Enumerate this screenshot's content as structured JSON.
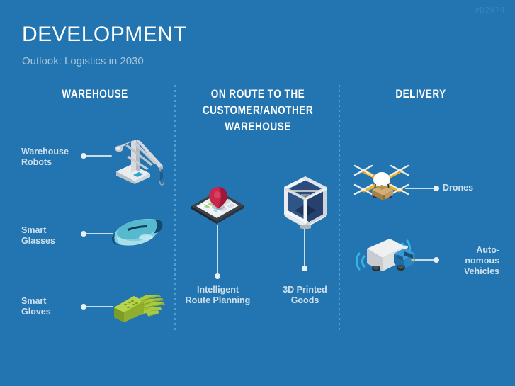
{
  "slide": {
    "background_color": "#2275b0",
    "watermark": "#D2974",
    "title": "DEVELOPMENT",
    "subtitle": "Outlook: Logistics in 2030"
  },
  "columns": [
    {
      "id": "warehouse",
      "heading": "WAREHOUSE"
    },
    {
      "id": "onroute",
      "heading": "ON ROUTE TO THE CUSTOMER/ANOTHER WAREHOUSE"
    },
    {
      "id": "delivery",
      "heading": "DELIVERY"
    }
  ],
  "headings": {
    "warehouse": "WAREHOUSE",
    "onroute_line1": "ON ROUTE TO THE",
    "onroute_line2": "CUSTOMER/ANOTHER",
    "onroute_line3": "WAREHOUSE",
    "delivery": "DELIVERY"
  },
  "items": {
    "warehouse_robots": {
      "label": "Warehouse Robots",
      "icon": "robot-arm-icon",
      "column": "warehouse"
    },
    "smart_glasses": {
      "label": "Smart Glasses",
      "icon": "smart-glasses-icon",
      "column": "warehouse"
    },
    "smart_gloves": {
      "label": "Smart Gloves",
      "icon": "smart-glove-icon",
      "column": "warehouse"
    },
    "route_planning": {
      "label": "Intelligent Route Planning",
      "icon": "smartphone-map-pin-icon",
      "column": "onroute"
    },
    "printed_goods": {
      "label": "3D Printed Goods",
      "icon": "3d-printer-icon",
      "column": "onroute"
    },
    "drones": {
      "label": "Drones",
      "icon": "delivery-drone-icon",
      "column": "delivery"
    },
    "autonomous": {
      "label": "Auto-nomous Vehicles",
      "icon": "autonomous-truck-icon",
      "column": "delivery"
    }
  },
  "labels": {
    "warehouse_robots_l1": "Warehouse",
    "warehouse_robots_l2": "Robots",
    "smart_glasses_l1": "Smart",
    "smart_glasses_l2": "Glasses",
    "smart_gloves_l1": "Smart",
    "smart_gloves_l2": "Gloves",
    "route_planning_l1": "Intelligent",
    "route_planning_l2": "Route Planning",
    "printed_goods_l1": "3D Printed",
    "printed_goods_l2": "Goods",
    "drones_l1": "Drones",
    "autonomous_l1": "Auto-",
    "autonomous_l2": "nomous",
    "autonomous_l3": "Vehicles"
  },
  "colors": {
    "background": "#2275b0",
    "title_text": "#ffffff",
    "subtitle_text": "#a8c6db",
    "label_text": "#cfe0ed",
    "leader_line": "#c8dcea",
    "divider": "#4e9fd0",
    "watermark": "#2f85bd",
    "robot_metal": "#cfd4d8",
    "glasses_teal": "#63c2d2",
    "glove_green": "#9ec13c",
    "pin_red": "#c9264b",
    "printer_navy": "#2c4a7c",
    "printer_nozzle": "#f0a020",
    "drone_yellow": "#f0b323",
    "truck_blue": "#1f84c6",
    "signal_cyan": "#36b5e0",
    "package_tan": "#c8a06a"
  }
}
